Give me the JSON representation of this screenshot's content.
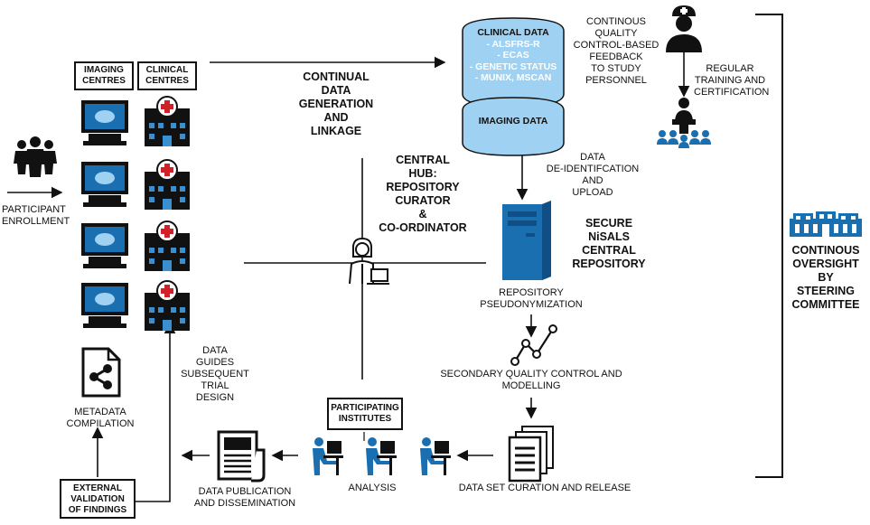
{
  "headers": {
    "imaging_centres": [
      "IMAGING",
      "CENTRES"
    ],
    "clinical_centres": [
      "CLINICAL",
      "CENTRES"
    ],
    "participating_institutes": [
      "PARTICIPATING",
      "INSTITUTES"
    ],
    "external_validation": [
      "EXTERNAL",
      "VALIDATION",
      "OF FINDINGS"
    ]
  },
  "labels": {
    "participant_enrollment": [
      "PARTICIPANT",
      "ENROLLMENT"
    ],
    "continual_data": [
      "CONTINUAL",
      "DATA",
      "GENERATION",
      "AND",
      "LINKAGE"
    ],
    "central_hub": [
      "CENTRAL",
      "HUB:",
      "REPOSITORY",
      "CURATOR",
      "&",
      "CO-ORDINATOR"
    ],
    "quality_feedback": [
      "CONTINOUS",
      "QUALITY",
      "CONTROL-BASED",
      "FEEDBACK",
      "TO STUDY",
      "PERSONNEL"
    ],
    "training": [
      "REGULAR",
      "TRAINING AND",
      "CERTIFICATION"
    ],
    "deidentification": [
      "DATA",
      "DE-IDENTIFCATION",
      "AND",
      "UPLOAD"
    ],
    "secure_repository": [
      "SECURE",
      "NiSALS",
      "CENTRAL",
      "REPOSITORY"
    ],
    "pseudonymization": [
      "REPOSITORY",
      "PSEUDONYMIZATION"
    ],
    "secondary_qc": [
      "SECONDARY QUALITY CONTROL AND",
      "MODELLING"
    ],
    "curation": "DATA SET CURATION AND RELEASE",
    "analysis": "ANALYSIS",
    "publication": [
      "DATA PUBLICATION",
      "AND DISSEMINATION"
    ],
    "metadata": [
      "METADATA",
      "COMPILATION"
    ],
    "guides": [
      "DATA",
      "GUIDES",
      "SUBSEQUENT",
      "TRIAL",
      "DESIGN"
    ],
    "oversight": [
      "CONTINOUS",
      "OVERSIGHT",
      "BY",
      "STEERING",
      "COMMITTEE"
    ]
  },
  "clinical_data": {
    "title": "CLINICAL DATA",
    "items": [
      "- ALSFRS-R",
      "- ECAS",
      "- GENETIC STATUS",
      "- MUNIX, MSCAN"
    ]
  },
  "imaging_data": {
    "title": "IMAGING DATA"
  },
  "icons": [
    "people-group-icon",
    "computer-monitor-icon",
    "hospital-building-icon",
    "doctor-icon",
    "presentation-audience-icon",
    "server-icon",
    "curator-laptop-icon",
    "trend-line-icon",
    "documents-stack-icon",
    "analyst-desk-icon",
    "newspaper-icon",
    "share-document-icon",
    "committee-building-icon"
  ],
  "colors": {
    "blue": "#1a6fb1",
    "light_blue": "#9fd1f2",
    "dark": "#111111"
  }
}
